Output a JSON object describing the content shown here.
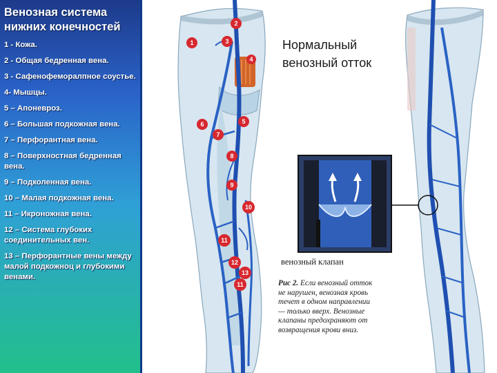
{
  "title": "Венозная система нижних конечностей",
  "legend": [
    "1 - Кожа.",
    "2 - Общая бедренная вена.",
    "3 - Сафенофеморалпное соустье.",
    "4- Мышцы.",
    "5 – Апоневроз.",
    "6 – Большая подкожная вена.",
    "7 – Перфорантная вена.",
    "8 – Поверхностная бедренная вена.",
    "9 – Подколенная вена.",
    "10 – Малая подкожная вена.",
    "11 – Икроножная вена.",
    "12 – Система глубоких соединительных вен.",
    "13 – Перфорантные вены между малой подкожноц и глубокими венами."
  ],
  "figure": {
    "normal_title": "Нормальный венозный отток",
    "valve_label": "венозный клапан",
    "caption_prefix": "Рис 2.",
    "caption_text": "Если венозный отток не нарушен, венозная кровь течет в одном направлении — только вверх. Венозные клапаны предохраняют от возвращения крови вниз.",
    "markers": [
      "1",
      "2",
      "3",
      "4",
      "5",
      "6",
      "7",
      "8",
      "9",
      "10",
      "11",
      "12",
      "13",
      "11"
    ],
    "marker_color": "#d7282f",
    "vein_color": "#1f4fb0",
    "leg_fill": "#cfe1ee"
  }
}
